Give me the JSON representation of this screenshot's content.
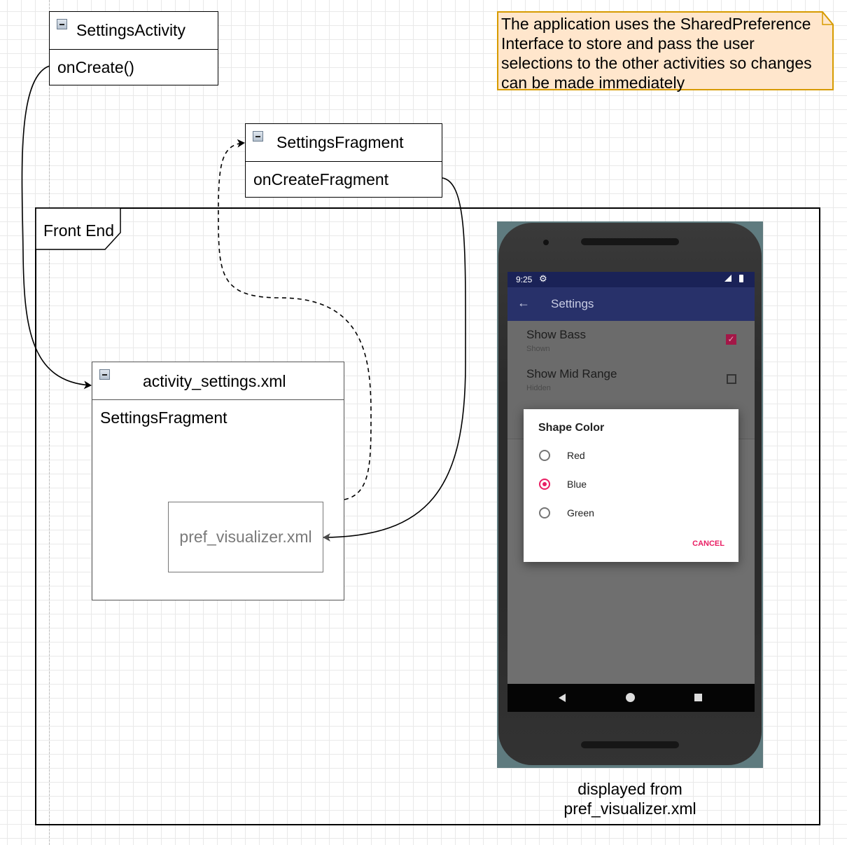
{
  "diagram": {
    "settings_activity": {
      "title": "SettingsActivity",
      "method": "onCreate()"
    },
    "settings_fragment": {
      "title": "SettingsFragment",
      "method": "onCreateFragment"
    },
    "note": {
      "lines": [
        "The application uses the SharedPreference",
        "Interface to store and pass the user",
        "selections to the other activities so changes",
        "can be made immediately"
      ],
      "fill": "#ffe6cc",
      "stroke": "#d79b00"
    },
    "frame": {
      "label": "Front End"
    },
    "activity_settings": {
      "title": "activity_settings.xml",
      "content": "SettingsFragment"
    },
    "pref_visualizer": {
      "label": "pref_visualizer.xml"
    },
    "caption": {
      "line1": "displayed from",
      "line2": "pref_visualizer.xml"
    }
  },
  "phone": {
    "status_time": "9:25",
    "appbar_title": "Settings",
    "prefs": [
      {
        "title": "Show Bass",
        "summary": "Shown",
        "checked": true
      },
      {
        "title": "Show Mid Range",
        "summary": "Hidden",
        "checked": false
      }
    ],
    "dialog": {
      "title": "Shape Color",
      "options": [
        "Red",
        "Blue",
        "Green"
      ],
      "selected": "Blue",
      "cancel": "CANCEL"
    },
    "accent_color": "#e91e63",
    "primary_color": "#28316a"
  }
}
